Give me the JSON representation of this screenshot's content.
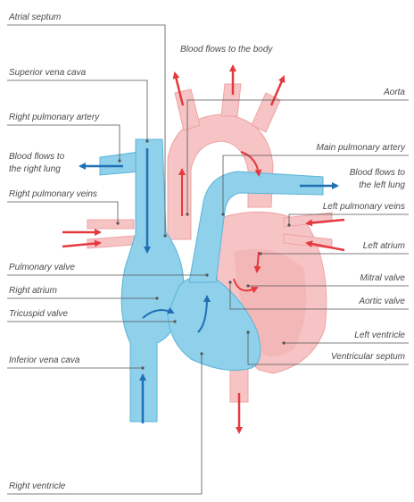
{
  "labels": {
    "atrial_septum": "Atrial septum",
    "blood_to_body": "Blood flows to the body",
    "superior_vena_cava": "Superior vena cava",
    "aorta": "Aorta",
    "right_pulmonary_artery": "Right pulmonary artery",
    "main_pulmonary_artery": "Main pulmonary artery",
    "blood_to_right_lung_1": "Blood flows to",
    "blood_to_right_lung_2": "the right lung",
    "blood_to_left_lung_1": "Blood flows to",
    "blood_to_left_lung_2": "the left lung",
    "right_pulmonary_veins": "Right pulmonary veins",
    "left_pulmonary_veins": "Left pulmonary veins",
    "left_atrium": "Left atrium",
    "pulmonary_valve": "Pulmonary valve",
    "mitral_valve": "Mitral valve",
    "right_atrium": "Right atrium",
    "aortic_valve": "Aortic valve",
    "tricuspid_valve": "Tricuspid valve",
    "left_ventricle": "Left ventricle",
    "inferior_vena_cava": "Inferior vena cava",
    "ventricular_septum": "Ventricular septum",
    "right_ventricle": "Right ventricle"
  },
  "colors": {
    "oxygenated": "#f6c4c4",
    "oxygenated_dark": "#efa3a3",
    "deoxygenated": "#8fd0ea",
    "deoxygenated_dark": "#5bb4d8",
    "red_arrow": "#e4393f",
    "blue_arrow": "#1f6fb4",
    "leader": "#555555"
  }
}
